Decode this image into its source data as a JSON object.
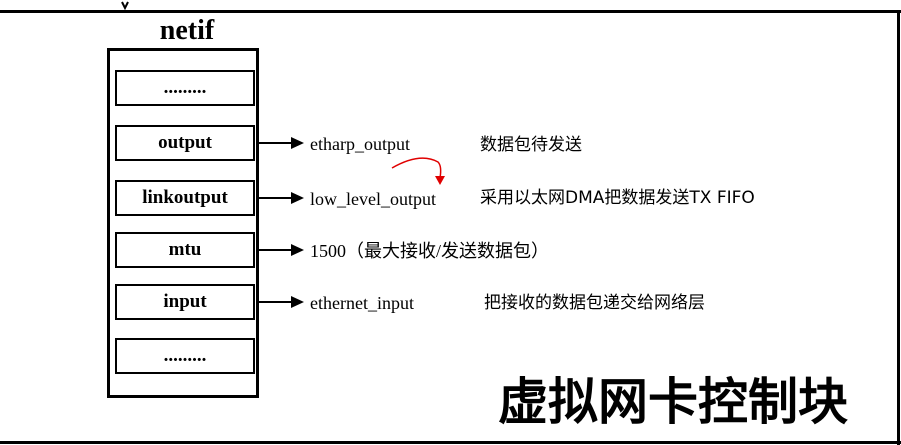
{
  "diagram": {
    "title": "netif",
    "fields": [
      {
        "label": "........."
      },
      {
        "label": "output"
      },
      {
        "label": "linkoutput"
      },
      {
        "label": "mtu"
      },
      {
        "label": "input"
      },
      {
        "label": "........."
      }
    ],
    "targets": {
      "output": "etharp_output",
      "linkoutput": "low_level_output",
      "mtu": "1500（最大接收/发送数据包）",
      "input": "ethernet_input"
    },
    "descriptions": {
      "output": "数据包待发送",
      "linkoutput": "采用以太网DMA把数据发送TX FIFO",
      "input": "把接收的数据包递交给网络层"
    },
    "caption": "虚拟网卡控制块",
    "colors": {
      "line": "#000000",
      "link_arrow": "#e00000"
    }
  }
}
